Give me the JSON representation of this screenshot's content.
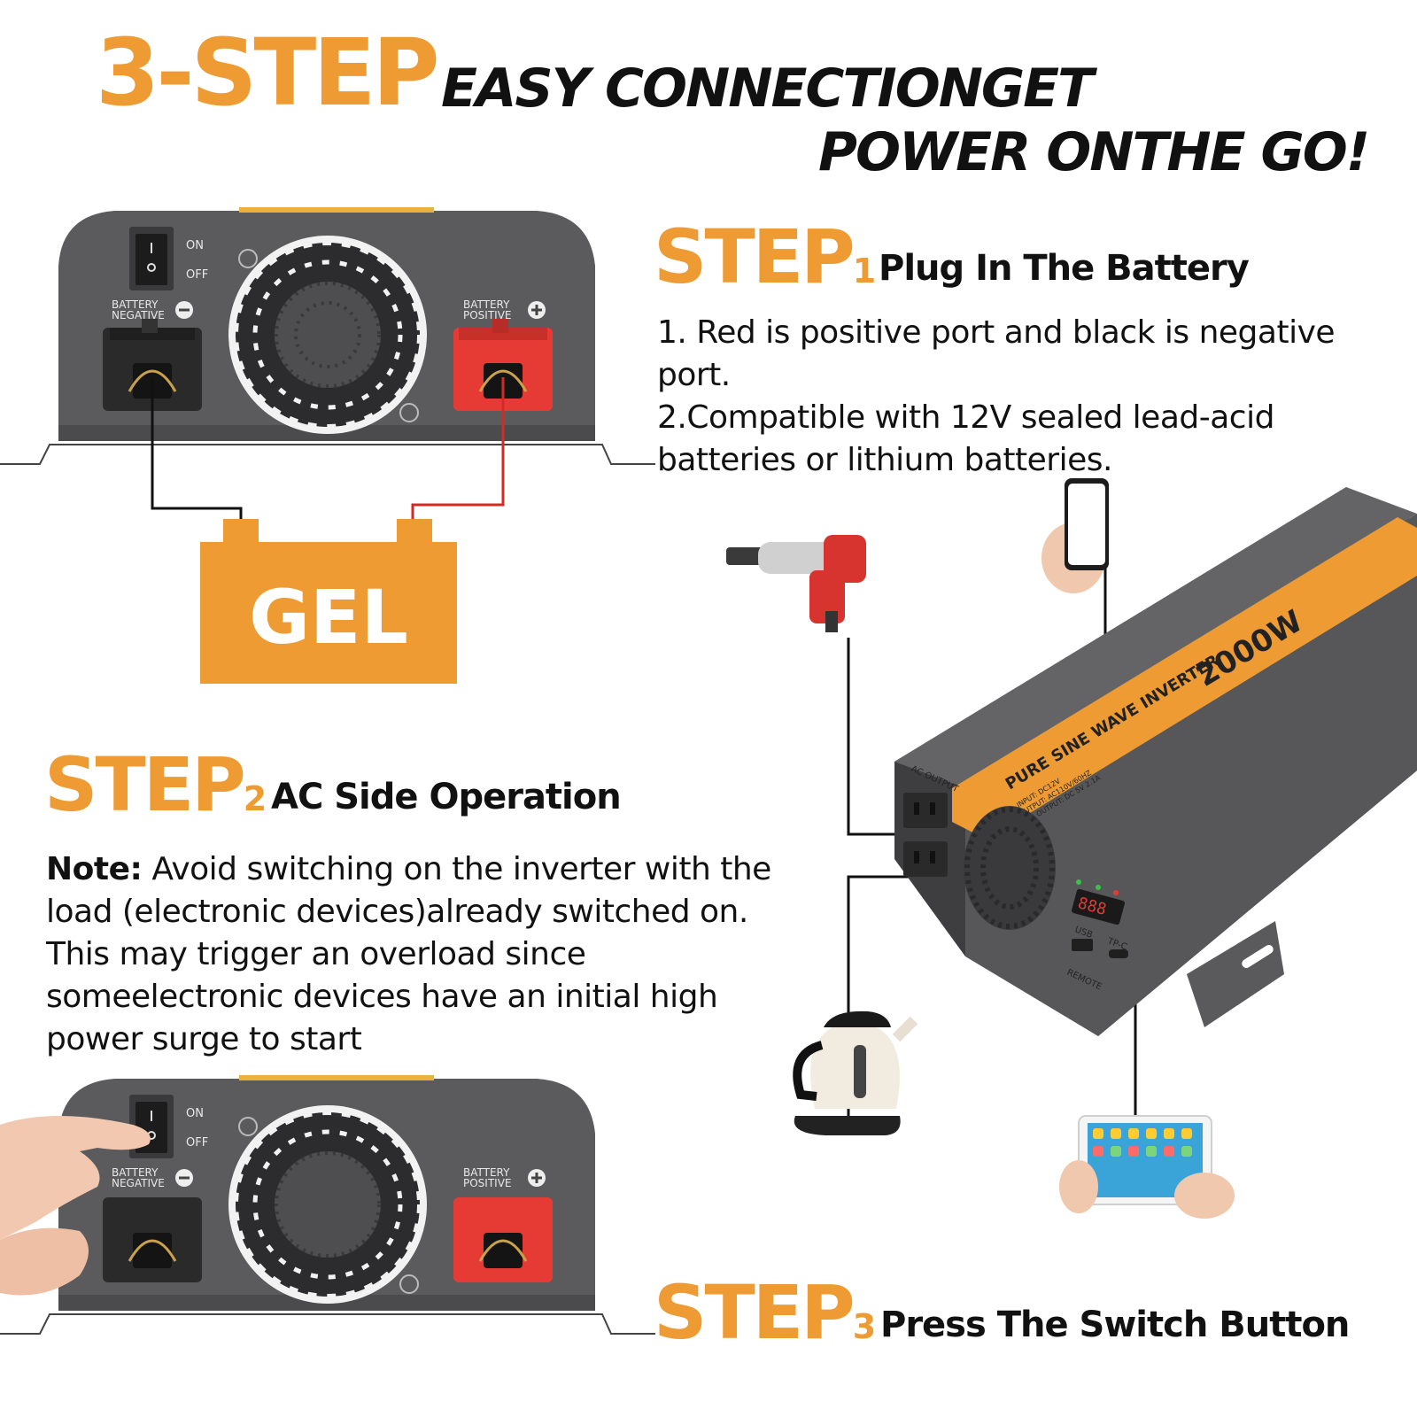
{
  "headline": {
    "big": "3-STEP",
    "line1": "EASY CONNECTIONGET",
    "line2": "POWER ONTHE GO!"
  },
  "step1": {
    "word": "STEP",
    "number": "1",
    "title": "Plug In The Battery",
    "lines": [
      "1. Red is positive port and black is negative",
      "port.",
      "2.Compatible with 12V sealed lead-acid",
      "batteries or lithium batteries."
    ]
  },
  "battery": {
    "label": "GEL"
  },
  "step2": {
    "word": "STEP",
    "number": "2",
    "title": "AC Side Operation",
    "note_label": "Note:",
    "note_lines": [
      " Avoid switching on the inverter with the",
      "load (electronic devices)already switched on.",
      "This may trigger an overload since",
      "someelectronic devices have an initial high",
      "power surge to start"
    ]
  },
  "step3": {
    "word": "STEP",
    "number": "3",
    "title": "Press The Switch Button"
  },
  "panel": {
    "on": "ON",
    "off": "OFF",
    "neg_label_1": "BATTERY",
    "neg_label_2": "NEGATIVE",
    "pos_label_1": "BATTERY",
    "pos_label_2": "POSITIVE"
  },
  "inverter": {
    "power": "2000W",
    "product": "PURE SINE WAVE INVERTER",
    "spec_input": "INPUT: DC12V",
    "spec_output": "OUTPUT: AC110V/60HZ",
    "spec_usb": "USB OUTPUT: DC 5V 2.1A",
    "ac_output": "AC OUTPUT",
    "usb": "USB",
    "tpc": "TP-C",
    "remote": "REMOTE"
  },
  "colors": {
    "accent": "#ee9b33",
    "panel_gray": "#5b5b5d",
    "terminal_red": "#e53b34",
    "terminal_black": "#2a2a2a"
  }
}
